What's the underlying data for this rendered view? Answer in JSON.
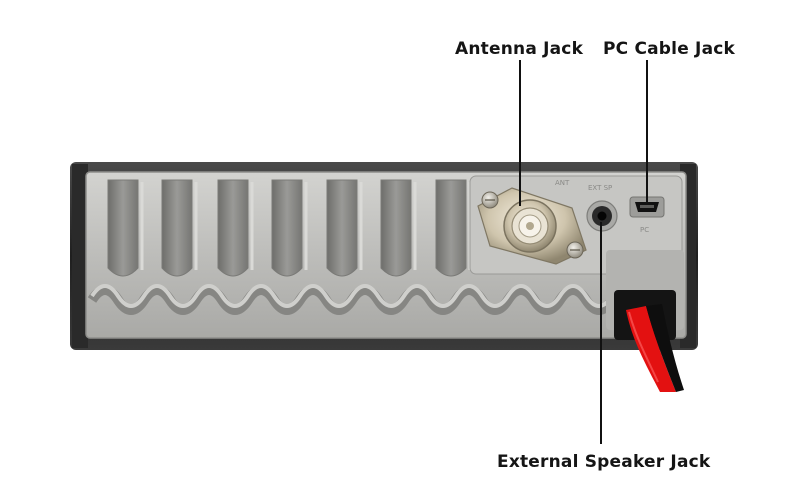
{
  "callouts": {
    "antenna_jack": "Antenna Jack",
    "pc_cable_jack": "PC Cable Jack",
    "external_speaker_jack": "External Speaker Jack"
  },
  "panel_marks": {
    "ant": "ANT",
    "ext_sp": "EXT SP",
    "pc": "PC"
  },
  "colors": {
    "casing": "#2b2b2b",
    "heatsink": "#b9b9b6",
    "connector_metal": "#c9c3b5",
    "red_wire": "#e01010",
    "black_wire": "#111111",
    "leader_line": "#111111"
  }
}
